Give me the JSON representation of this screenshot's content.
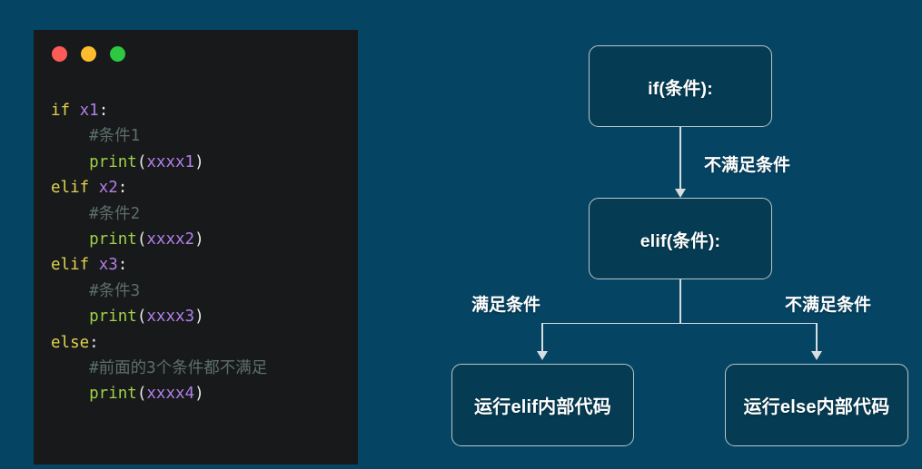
{
  "window": {
    "traffic_lights": [
      {
        "name": "close",
        "color": "#fc5b57"
      },
      {
        "name": "minimize",
        "color": "#febc2e"
      },
      {
        "name": "maximize",
        "color": "#2bc840"
      }
    ]
  },
  "code": {
    "language": "python",
    "lines": [
      {
        "tokens": [
          {
            "t": "if",
            "c": "kw"
          },
          {
            "t": " ",
            "c": "pun"
          },
          {
            "t": "x1",
            "c": "var"
          },
          {
            "t": ":",
            "c": "pun"
          }
        ]
      },
      {
        "indent": 1,
        "tokens": [
          {
            "t": "#条件1",
            "c": "cmt"
          }
        ]
      },
      {
        "indent": 1,
        "tokens": [
          {
            "t": "print",
            "c": "fn"
          },
          {
            "t": "(",
            "c": "pun"
          },
          {
            "t": "xxxx1",
            "c": "var"
          },
          {
            "t": ")",
            "c": "pun"
          }
        ]
      },
      {
        "tokens": [
          {
            "t": "elif",
            "c": "kw"
          },
          {
            "t": " ",
            "c": "pun"
          },
          {
            "t": "x2",
            "c": "var"
          },
          {
            "t": ":",
            "c": "pun"
          }
        ]
      },
      {
        "indent": 1,
        "tokens": [
          {
            "t": "#条件2",
            "c": "cmt"
          }
        ]
      },
      {
        "indent": 1,
        "tokens": [
          {
            "t": "print",
            "c": "fn"
          },
          {
            "t": "(",
            "c": "pun"
          },
          {
            "t": "xxxx2",
            "c": "var"
          },
          {
            "t": ")",
            "c": "pun"
          }
        ]
      },
      {
        "tokens": [
          {
            "t": "elif",
            "c": "kw"
          },
          {
            "t": " ",
            "c": "pun"
          },
          {
            "t": "x3",
            "c": "var"
          },
          {
            "t": ":",
            "c": "pun"
          }
        ]
      },
      {
        "indent": 1,
        "tokens": [
          {
            "t": "#条件3",
            "c": "cmt"
          }
        ]
      },
      {
        "indent": 1,
        "tokens": [
          {
            "t": "print",
            "c": "fn"
          },
          {
            "t": "(",
            "c": "pun"
          },
          {
            "t": "xxxx3",
            "c": "var"
          },
          {
            "t": ")",
            "c": "pun"
          }
        ]
      },
      {
        "tokens": [
          {
            "t": "else",
            "c": "kw"
          },
          {
            "t": ":",
            "c": "pun"
          }
        ]
      },
      {
        "indent": 1,
        "tokens": [
          {
            "t": "#前面的3个条件都不满足",
            "c": "cmt"
          }
        ]
      },
      {
        "indent": 1,
        "tokens": [
          {
            "t": "print",
            "c": "fn"
          },
          {
            "t": "(",
            "c": "pun"
          },
          {
            "t": "xxxx4",
            "c": "var"
          },
          {
            "t": ")",
            "c": "pun"
          }
        ]
      }
    ]
  },
  "flowchart": {
    "nodes": {
      "if": "if(条件):",
      "elif": "elif(条件):",
      "run_elif": "运行elif内部代码",
      "run_else": "运行else内部代码"
    },
    "edge_labels": {
      "if_to_elif": "不满足条件",
      "elif_true": "满足条件",
      "elif_false": "不满足条件"
    }
  },
  "colors": {
    "page_background": "#054463",
    "code_background": "#17191a",
    "node_fill": "#053c53",
    "node_border": "#b9c6cc",
    "connector": "#d7dde0",
    "keyword": "#e3d24f",
    "variable": "#b17fe8",
    "function": "#a2d149",
    "comment": "#5d6e6c",
    "punctuation": "#e9e9e9"
  }
}
